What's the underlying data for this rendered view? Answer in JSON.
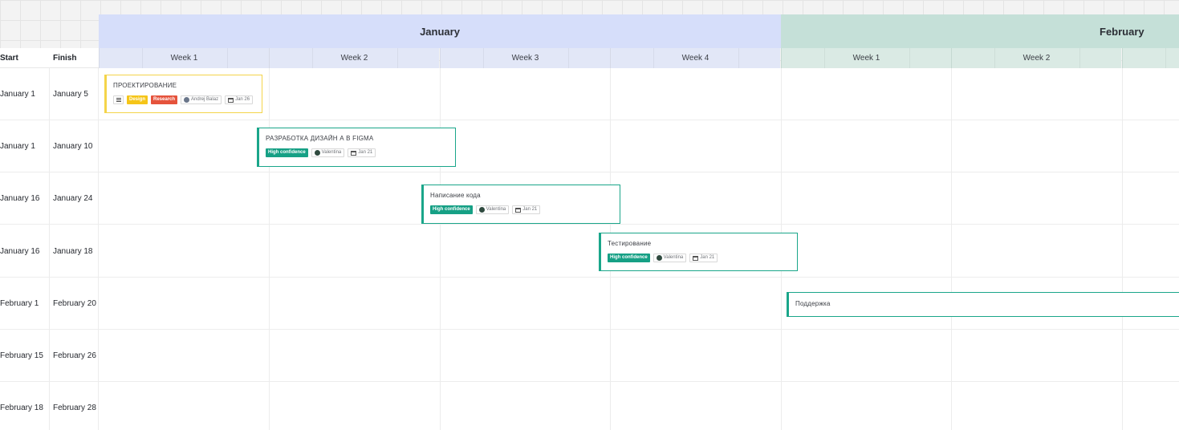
{
  "timeline": {
    "months": [
      {
        "label": "January",
        "color": "#d6defa"
      },
      {
        "label": "February",
        "color": "#c5e0d8"
      }
    ],
    "weeks_jan": [
      "Week 1",
      "Week 2",
      "Week 3",
      "Week 4"
    ],
    "weeks_feb": [
      "Week 1",
      "Week 2"
    ]
  },
  "table": {
    "headers": {
      "start": "Start",
      "finish": "Finish"
    },
    "rows": [
      {
        "start": "January 1",
        "finish": "January 5"
      },
      {
        "start": "January 1",
        "finish": "January 10"
      },
      {
        "start": "January 16",
        "finish": "January 24"
      },
      {
        "start": "January 16",
        "finish": "January 18"
      },
      {
        "start": "February 1",
        "finish": "February 20"
      },
      {
        "start": "February 15",
        "finish": "February 26"
      },
      {
        "start": "February 18",
        "finish": "February 28"
      }
    ]
  },
  "tasks": [
    {
      "title": "ПРОЕКТИРОВАНИЕ",
      "tags": [
        "Design",
        "Research"
      ],
      "assignee": "Andrej Balaz",
      "date": "Jan 26",
      "accent": "#f4d44a"
    },
    {
      "title": "РАЗРАБОТКА ДИЗАЙН А В FIGMA",
      "tags": [
        "High confidence"
      ],
      "assignee": "Valentina",
      "date": "Jan 21",
      "accent": "#1aa68a"
    },
    {
      "title": "Написание кода",
      "tags": [
        "High confidence"
      ],
      "assignee": "Valentina",
      "date": "Jan 21",
      "accent": "#1aa68a"
    },
    {
      "title": "Тестирование",
      "tags": [
        "High confidence"
      ],
      "assignee": "Valentina",
      "date": "Jan 21",
      "accent": "#1aa68a"
    },
    {
      "title": "Поддержка",
      "accent": "#1aa68a"
    }
  ],
  "icons": {
    "description": "description-icon",
    "avatar": "avatar-icon",
    "calendar": "calendar-icon"
  }
}
